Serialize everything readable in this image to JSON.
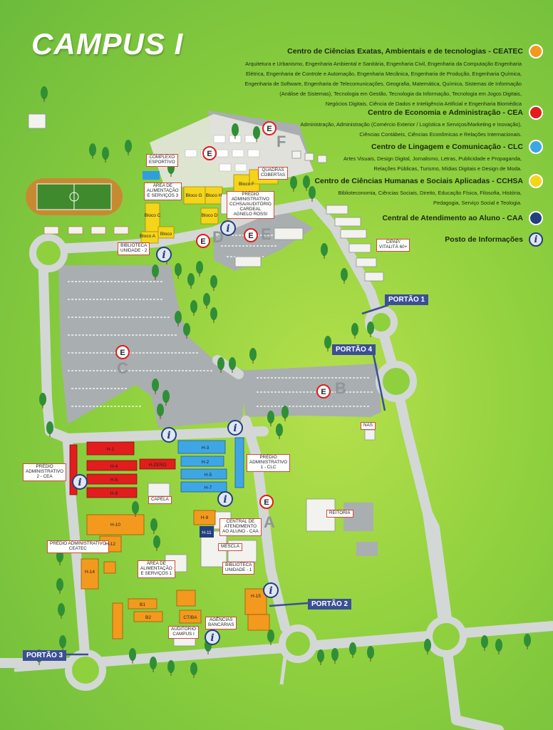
{
  "title": "CAMPUS I",
  "legend": [
    {
      "title": "Centro de Ciências Exatas, Ambientais e de tecnologias - CEATEC",
      "color": "#f39a1e",
      "lines": [
        "Arquitetura e Urbanismo, Engenharia Ambiental e Sanitária, Engenharia Civil, Engenharia da Computação Engenharia",
        "Elétrica, Engenharia de Controle e Automação, Engenharia Mecânica, Engenharia de Produção, Engenharia Química,",
        "Engenharia de Software, Engenharia de Telecomunicações, Geografia, Matemática, Química, Sistemas de Informação",
        "(Análise de Sistemas), Tecnologia em Gestão, Tecnologia da Informação, Tecnologia em Jogos Digitais,",
        "Negócios Digitais, Ciência de Dados e Inteligência Artificial e Engenharia Biomédica"
      ]
    },
    {
      "title": "Centro de Economia e Administração - CEA",
      "color": "#e11d1d",
      "lines": [
        "Administração, Administração (Comércio Exterior / Logística e Serviços/Marketing e Inovação),",
        "Ciências Contábeis, Ciências Econômicas e Relações Internacionais."
      ]
    },
    {
      "title": "Centro de Lingagem e Comunicação - CLC",
      "color": "#3fa6e6",
      "lines": [
        "Artes Visuais, Design Digital, Jornalismo, Letras, Publicidade e Propaganda,",
        "Relações Públicas, Turismo, Mídias Digitais e Design de Moda."
      ]
    },
    {
      "title": "Centro de Ciências Humanas e Sociais Aplicadas - CCHSA",
      "color": "#f4d51a",
      "lines": [
        "Biblioteconomia, Ciências Sociais, Direito, Educação Física, Filosofia, História,",
        "Pedagogia, Serviço Social e Teologia."
      ]
    },
    {
      "title": "Central de Atendimento ao Aluno - CAA",
      "color": "#233f7e",
      "lines": []
    },
    {
      "title": "Posto de Informações",
      "color": "#233f7e",
      "icon": "i",
      "lines": []
    }
  ],
  "gates": [
    "PORTÃO 1",
    "PORTÃO 4",
    "PORTÃO 2",
    "PORTÃO 3"
  ],
  "labels": {
    "complexo": "COMPLEXO\nESPORTIVO",
    "area3": "ÁREA DE\nALIMENTAÇÃO\nE SERVIÇOS 3",
    "quadras": "QUADRAS\nCOBERTAS",
    "predio_cchsa": "PRÉDIO\nADMINISTRATIVO\nCCHSA/AUDITÓRIO\nCARDEAL\nAGNELO ROSSI",
    "biblioteca2": "BIBLIOTECA\nUNIDADE - 2",
    "cipa": "CIPAP/\nVITALITÁ 60+",
    "nas": "NAS",
    "predio_cea": "PRÉDIO\nADMINISTRATIVO\n2 - CEA",
    "predio_clc": "PRÉDIO\nADMINISTRATIVO\n1 - CLC",
    "capela": "CAPELA",
    "reitoria": "REITORIA",
    "predio_ceatec": "PRÉDIO ADMINISTRATIVO\nCEATEC",
    "central": "CENTRAL DE\nATENDIMENTO\nAO ALUNO - CAA",
    "mescla": "MESCLA",
    "area1": "ÁREA DE\nALIMENTAÇÃO\nE SERVIÇOS 1",
    "biblioteca1": "BIBLIOTECA\nUNIDADE - 1",
    "agencias": "AGÊNCIAS\nBANCÁRIAS",
    "auditorio": "AUDITÓRIO\nCAMPUS I"
  },
  "buildings": {
    "H-1": "H-1",
    "H-2": "H-2",
    "H-3": "H-3",
    "H-4": "H-4",
    "H-5": "H-5",
    "H-6": "H-6",
    "H-7": "H-7",
    "H-8": "H-8",
    "H-9": "H-9",
    "H-10": "H-10",
    "H-11": "H-11",
    "H-12": "H-12",
    "H-14": "H-14",
    "H-15": "H-15",
    "H-ZERO": "H-ZERO",
    "B1": "B1",
    "B2": "B2",
    "CT/BA": "CT/BA",
    "blocoA": "Bloco\nA",
    "blocoB": "Bloco",
    "blocoC": "Bloco\nC",
    "blocoD": "Bloco\nD",
    "blocoF": "Bloco\nF",
    "blocoG": "Bloco\nG",
    "blocoH": "Bloco\nH"
  },
  "parking_letters": [
    "A",
    "B",
    "C",
    "D",
    "E",
    "F"
  ],
  "parking_sign": "E",
  "info_sign": "i",
  "colors": {
    "ceatec": "#f39a1e",
    "cea": "#e11d1d",
    "clc": "#3fa6e6",
    "cchsa": "#f4d51a",
    "caa": "#233f7e",
    "road": "#d3d8d6",
    "parking": "#a9aeb0"
  }
}
